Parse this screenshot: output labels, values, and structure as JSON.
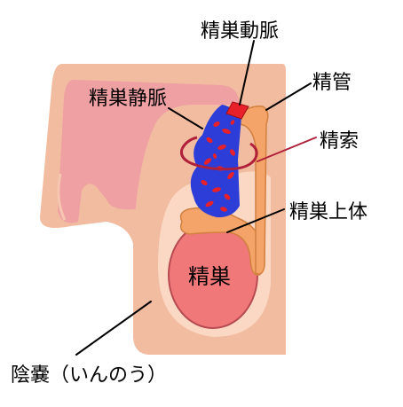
{
  "labels": {
    "testicular_artery": "精巣動脈",
    "vas_deferens": "精管",
    "testicular_vein": "精巣静脈",
    "spermatic_cord": "精索",
    "epididymis": "精巣上体",
    "testis": "精巣",
    "scrotum": "陰嚢（いんのう）"
  },
  "colors": {
    "skin_outer": "#f2bca0",
    "skin_inner": "#fbd8c3",
    "penis_body": "#eea0a2",
    "testis_fill": "#f07878",
    "testis_stroke": "#b84a52",
    "epididymis": "#f4a468",
    "vas_deferens": "#f4a468",
    "artery_red": "#e8202a",
    "vein_blue": "#2d3ed8",
    "cord_ring": "#b0203a",
    "leader_lines": "#000000"
  }
}
